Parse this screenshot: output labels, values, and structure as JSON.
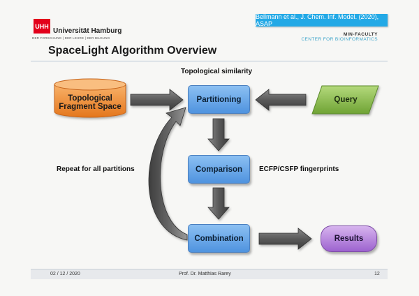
{
  "header": {
    "logo_text": "UHH",
    "university": "Universität Hamburg",
    "university_tagline": "DER FORSCHUNG | DER LEHRE | DER BILDUNG",
    "citation": "Bellmann et al., J. Chem. Inf. Model. (2020), ASAP",
    "faculty": "MIN-FACULTY",
    "center": "CENTER FOR BIOINFORMATICS"
  },
  "slide": {
    "title": "SpaceLight Algorithm Overview"
  },
  "diagram": {
    "annotation_top": "Topological similarity",
    "annotation_left": "Repeat for all partitions",
    "annotation_right": "ECFP/CSFP fingerprints",
    "nodes": {
      "fragment_space": "Topological Fragment Space",
      "partitioning": "Partitioning",
      "query": "Query",
      "comparison": "Comparison",
      "combination": "Combination",
      "results": "Results"
    },
    "colors": {
      "blue": "#5b9de3",
      "orange": "#f08a2c",
      "green": "#8bbd4a",
      "purple": "#a874d4",
      "arrow": "#555555"
    }
  },
  "footer": {
    "date": "02 / 12 / 2020",
    "presenter": "Prof. Dr. Matthias Rarey",
    "page": "12"
  }
}
